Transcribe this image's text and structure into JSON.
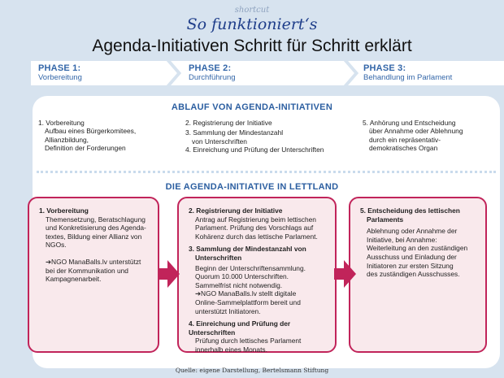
{
  "header": {
    "kicker": "shortcut",
    "title_italic": "So funktioniert‘s",
    "title_main": "Agenda-Initiativen Schritt für Schritt erklärt"
  },
  "phases": [
    {
      "title": "PHASE 1:",
      "subtitle": "Vorbereitung"
    },
    {
      "title": "PHASE 2:",
      "subtitle": "Durchführung"
    },
    {
      "title": "PHASE 3:",
      "subtitle": "Behandlung im Parlament"
    }
  ],
  "section1": {
    "heading": "ABLAUF VON AGENDA-INITIATIVEN",
    "col1": {
      "item1": "1. Vorbereitung",
      "item1_detail": [
        "Aufbau eines Bürgerkomitees,",
        "Allianzbildung,",
        "Definition der Forderungen"
      ]
    },
    "col2": {
      "items": [
        "2. Registrierung der Initiative",
        "3. Sammlung der Mindestanzahl",
        "von Unterschriften",
        "4. Einreichung und Prüfung der Unterschriften"
      ]
    },
    "col3": {
      "item": "5. Anhörung und Entscheidung",
      "detail": [
        "über Annahme oder Ablehnung",
        "durch ein repräsentativ-",
        "demokratisches Organ"
      ]
    }
  },
  "section2": {
    "heading": "DIE AGENDA-INITIATIVE IN LETTLAND",
    "box1": {
      "heading": "1. Vorbereitung",
      "text": [
        "Themensetzung, Beratschlagung",
        "und Konkretisierung des Agenda-",
        "textes, Bildung einer Allianz von",
        "NGOs."
      ],
      "note": [
        "➔NGO ManaBalls.lv unterstützt",
        "bei der Kommunikation und",
        "Kampagnenarbeit."
      ]
    },
    "box2": {
      "h1": "2. Registrierung der Initiative",
      "t1": [
        "Antrag auf Registrierung beim lettischen",
        "Parlament. Prüfung des Vorschlags auf",
        "Kohärenz durch das lettische Parlament."
      ],
      "h2": [
        "3. Sammlung der Mindestanzahl von",
        "Unterschriften"
      ],
      "t2": [
        "Beginn der Unterschriftensammlung.",
        "Quorum 10.000 Unterschriften.",
        "Sammelfrist nicht notwendig.",
        "➔NGO ManaBalls.lv stellt digitale",
        "Online-Sammelplattform bereit und",
        "unterstützt Initiatoren."
      ],
      "h3": "4. Einreichung und Prüfung der Unterschriften",
      "t3": [
        "Prüfung durch lettisches Parlament",
        "innerhalb eines Monats."
      ]
    },
    "box3": {
      "heading": [
        "5. Entscheidung des lettischen",
        "Parlaments"
      ],
      "text": [
        "Ablehnung oder Annahme der",
        "Initiative, bei Annahme:",
        "Weiterleitung an den zuständigen",
        "Ausschuss und Einladung der",
        "Initiatoren zur ersten Sitzung",
        "des zuständigen Ausschusses."
      ]
    }
  },
  "footer": "Quelle: eigene Darstellung, Bertelsmann Stiftung",
  "colors": {
    "accent": "#c1245a",
    "box_fill": "#f9e9ec",
    "heading_blue": "#2b5ea0",
    "background": "#d7e3ef"
  }
}
